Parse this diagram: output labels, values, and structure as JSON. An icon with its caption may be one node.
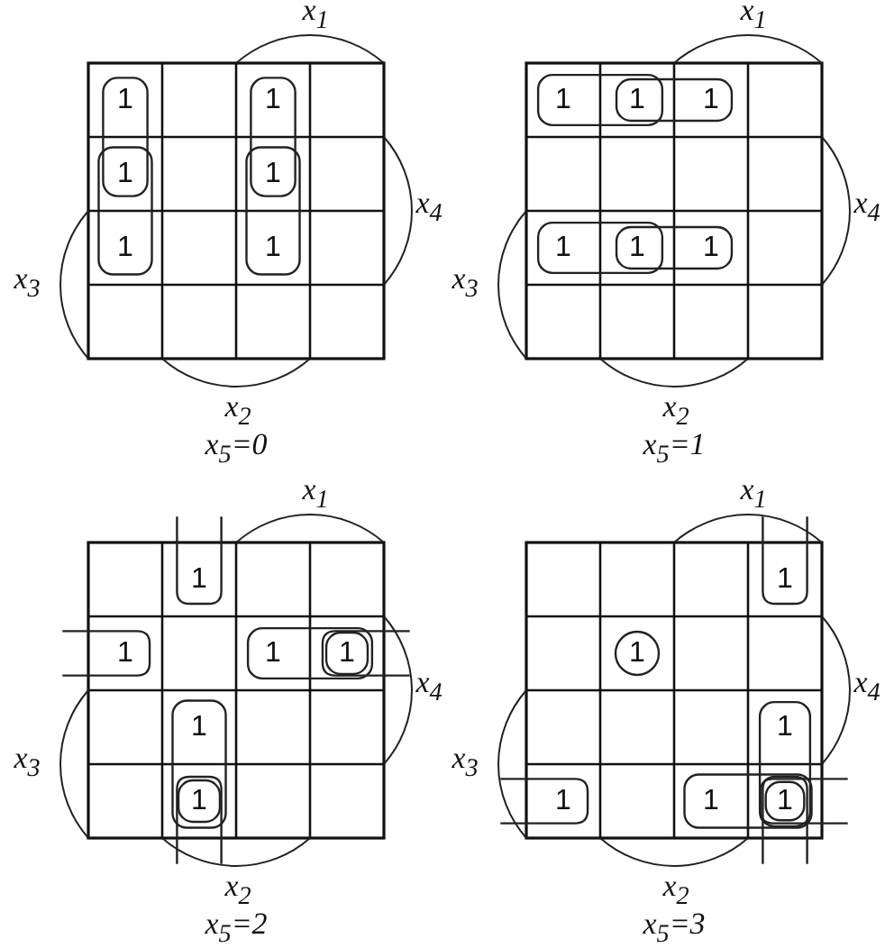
{
  "diagram": {
    "labels": [
      "x$_{1}$",
      "1",
      "1",
      "1",
      "1",
      "1",
      "1",
      "x$_{4}$",
      "x$_{3}$",
      "x$_{2}$",
      "x$_{5}$=0",
      "x$_{1}$",
      "1",
      "1",
      "1",
      "1",
      "1",
      "1",
      "x$_{4}$",
      "x$_{3}$",
      "x$_{2}$",
      "x$_{5}$=1",
      "x$_{1}$",
      "1",
      "1",
      "1",
      "1",
      "1",
      "1",
      "x$_{4}$",
      "x$_{3}$",
      "x$_{2}$",
      "x$_{5}$=2",
      "x$_{1}$",
      "1",
      "1",
      "1",
      "1",
      "1",
      "1",
      "x$_{4}$",
      "x$_{3}$",
      "x$_{2}$",
      "x$_{5}$=3"
    ]
  }
}
